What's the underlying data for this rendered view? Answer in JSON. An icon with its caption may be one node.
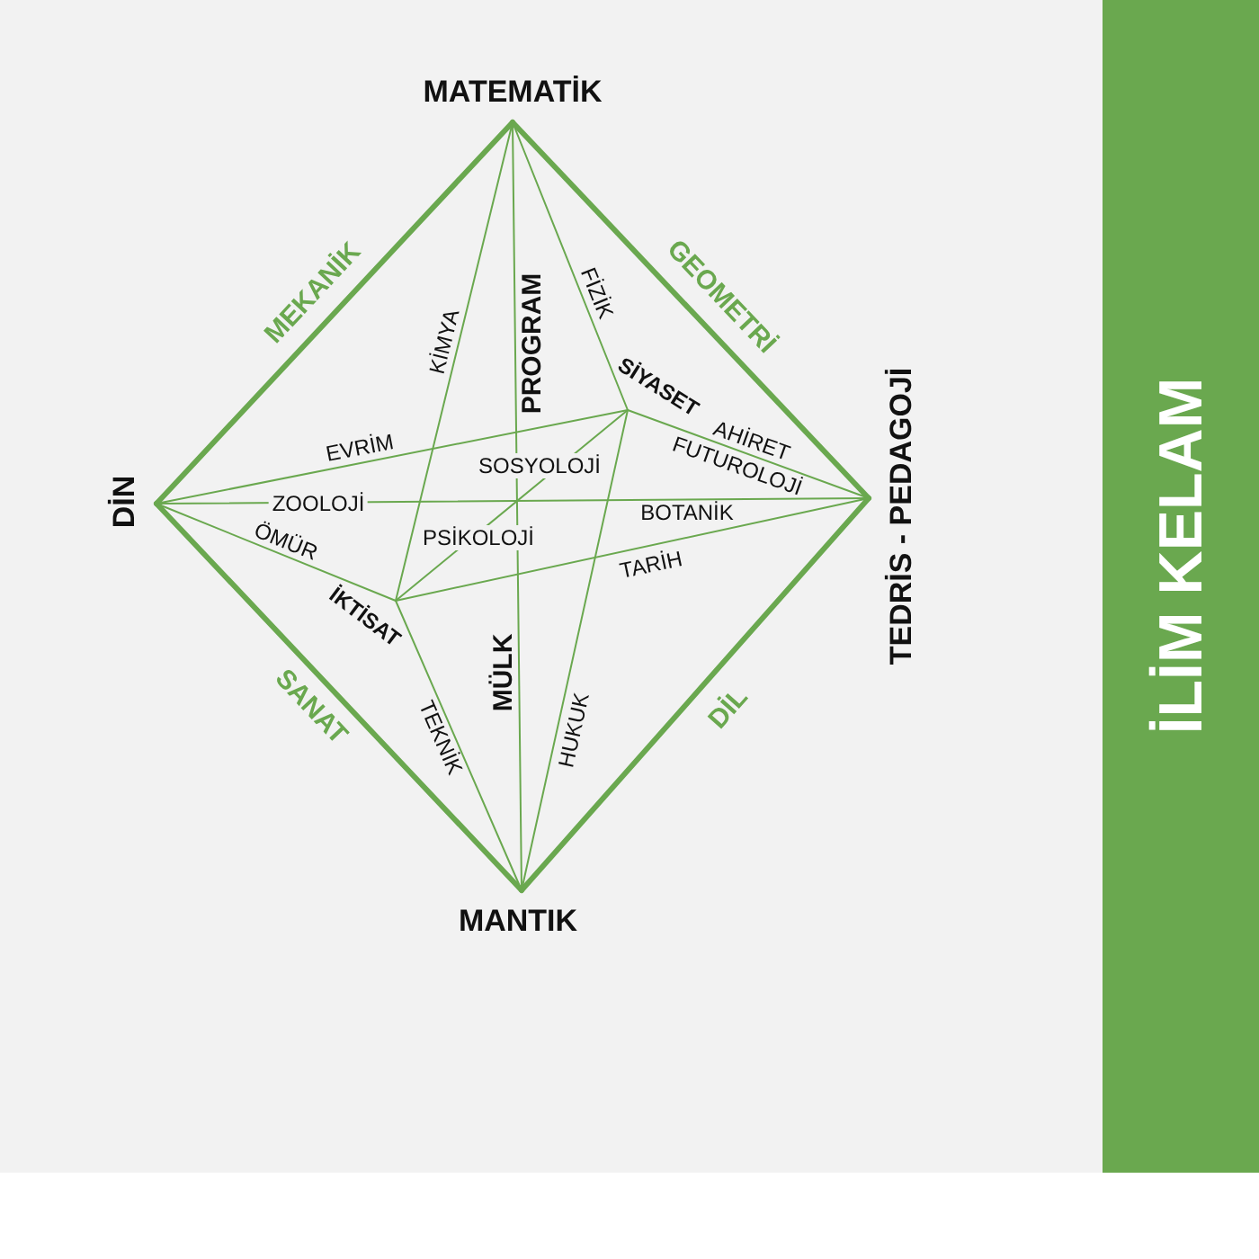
{
  "diagram": {
    "title": "İLİM KELAM",
    "nodes": [
      {
        "text": [
          "MATEMATİK"
        ]
      },
      {
        "text": [
          "SİYASET"
        ]
      },
      {
        "text": [
          "DİN"
        ]
      },
      {
        "text": [
          "TEDRİS - PEDAGOJİ"
        ]
      },
      {
        "text": [
          "İKTİSAT"
        ]
      },
      {
        "text": [
          "MANTIK"
        ]
      }
    ],
    "edges": [
      {
        "from": 0,
        "to": 2,
        "arrow": "none",
        "label": "MEKANİK",
        "style": "thick"
      },
      {
        "from": 0,
        "to": 3,
        "arrow": "none",
        "label": "GEOMETRİ",
        "style": "thick"
      },
      {
        "from": 2,
        "to": 5,
        "arrow": "none",
        "label": "SANAT",
        "style": "thick"
      },
      {
        "from": 3,
        "to": 5,
        "arrow": "none",
        "label": "DİL",
        "style": "thick"
      },
      {
        "from": 0,
        "to": 4,
        "arrow": "none",
        "label": "KİMYA"
      },
      {
        "from": 0,
        "to": 5,
        "arrow": "none",
        "label": "PROGRAM"
      },
      {
        "from": 0,
        "to": 1,
        "arrow": "none",
        "label": "FİZİK"
      },
      {
        "from": 2,
        "to": 1,
        "arrow": "none",
        "label": "EVRİM"
      },
      {
        "from": 2,
        "to": 3,
        "arrow": "none",
        "label": "ZOOLOJİ"
      },
      {
        "from": 2,
        "to": 4,
        "arrow": "none",
        "label": "ÖMÜR"
      },
      {
        "from": 1,
        "to": 3,
        "arrow": "none",
        "label": "AHİRET"
      },
      {
        "from": 1,
        "to": 4,
        "arrow": "none",
        "label": "SOSYOLOJİ"
      },
      {
        "from": 4,
        "to": 3,
        "arrow": "none",
        "label": "TARİH"
      },
      {
        "from": 4,
        "to": 5,
        "arrow": "none",
        "label": "TEKNİK"
      },
      {
        "from": 1,
        "to": 5,
        "arrow": "none",
        "label": "HUKUK"
      }
    ],
    "labels": [
      "FUTUROLOJİ",
      "BOTANİK",
      "PSİKOLOJİ",
      "MÜLK"
    ]
  }
}
